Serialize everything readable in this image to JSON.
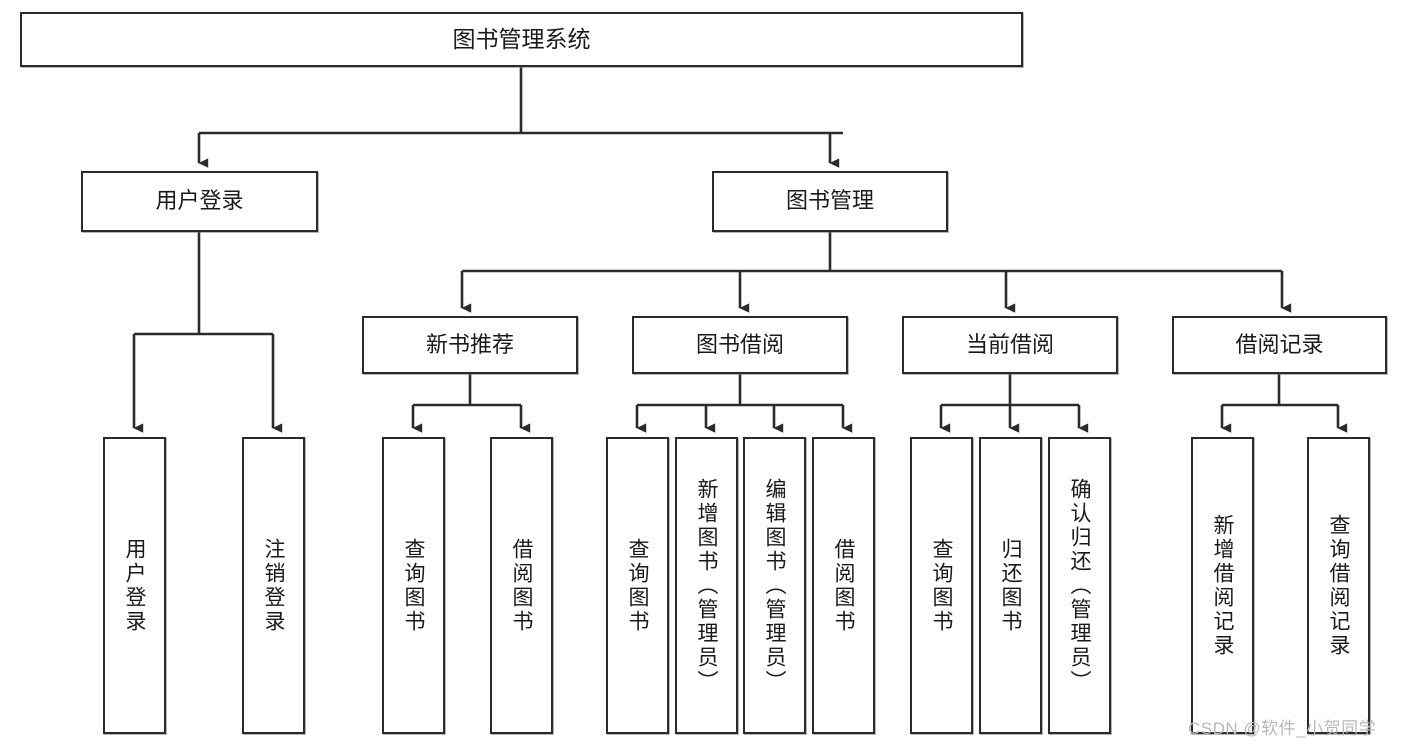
{
  "diagram": {
    "title": "图书管理系统",
    "type": "tree-hierarchy",
    "watermark": "CSDN @软件_小贺同学",
    "colors": {
      "box_border": "#2b2b2b",
      "box_fill": "#ffffff",
      "line": "#2b2b2b",
      "text": "#1a1a1a",
      "watermark": "#b9b9b9",
      "background": "#ffffff"
    },
    "nodes": {
      "root": {
        "label": "图书管理系统"
      },
      "level2": [
        {
          "id": "user-login",
          "label": "用户登录"
        },
        {
          "id": "book-management",
          "label": "图书管理"
        }
      ],
      "level3": [
        {
          "id": "new-book-recommend",
          "label": "新书推荐"
        },
        {
          "id": "book-borrow",
          "label": "图书借阅"
        },
        {
          "id": "current-borrow",
          "label": "当前借阅"
        },
        {
          "id": "borrow-record",
          "label": "借阅记录"
        }
      ],
      "leaves": {
        "user-login": [
          {
            "id": "leaf-user-login",
            "label": "用户登录"
          },
          {
            "id": "leaf-user-logout",
            "label": "注销登录"
          }
        ],
        "new-book-recommend": [
          {
            "id": "leaf-query-book-1",
            "label": "查询图书"
          },
          {
            "id": "leaf-borrow-book-1",
            "label": "借阅图书"
          }
        ],
        "book-borrow": [
          {
            "id": "leaf-query-book-2",
            "label": "查询图书"
          },
          {
            "id": "leaf-add-book",
            "label": "新增图书（管理员）"
          },
          {
            "id": "leaf-edit-book",
            "label": "编辑图书（管理员）"
          },
          {
            "id": "leaf-borrow-book-2",
            "label": "借阅图书"
          }
        ],
        "current-borrow": [
          {
            "id": "leaf-query-book-3",
            "label": "查询图书"
          },
          {
            "id": "leaf-return-book",
            "label": "归还图书"
          },
          {
            "id": "leaf-confirm-return",
            "label": "确认归还（管理员）"
          }
        ],
        "borrow-record": [
          {
            "id": "leaf-add-record",
            "label": "新增借阅记录"
          },
          {
            "id": "leaf-query-record",
            "label": "查询借阅记录"
          }
        ]
      }
    }
  }
}
